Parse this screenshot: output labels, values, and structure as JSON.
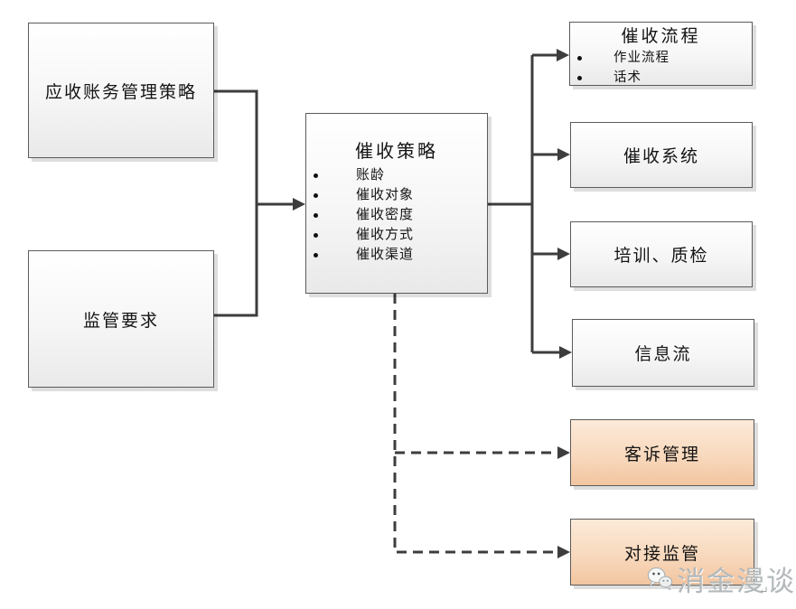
{
  "diagram": {
    "source_boxes": [
      {
        "label": "应收账务管理策略"
      },
      {
        "label": "监管要求"
      }
    ],
    "strategy_box": {
      "title": "催收策略",
      "items": [
        "账龄",
        "催收对象",
        "催收密度",
        "催收方式",
        "催收渠道"
      ]
    },
    "output_boxes": [
      {
        "title": "催收流程",
        "items": [
          "作业流程",
          "话术"
        ]
      },
      {
        "title": "催收系统"
      },
      {
        "title": "培训、质检"
      },
      {
        "title": "信息流"
      }
    ],
    "highlight_boxes": [
      {
        "label": "客诉管理"
      },
      {
        "label": "对接监管"
      }
    ],
    "colors": {
      "connector": "#3d3d3d",
      "box_border": "#5b5b5b",
      "box_fill_top": "#ffffff",
      "box_fill_bottom": "#e9e9e9",
      "highlight_fill_top": "#fcead9",
      "highlight_fill_bottom": "#f2c5a0"
    },
    "watermark": {
      "text": "消金漫谈",
      "icon": "chat-bubbles-icon",
      "return_mark": "↵"
    }
  }
}
